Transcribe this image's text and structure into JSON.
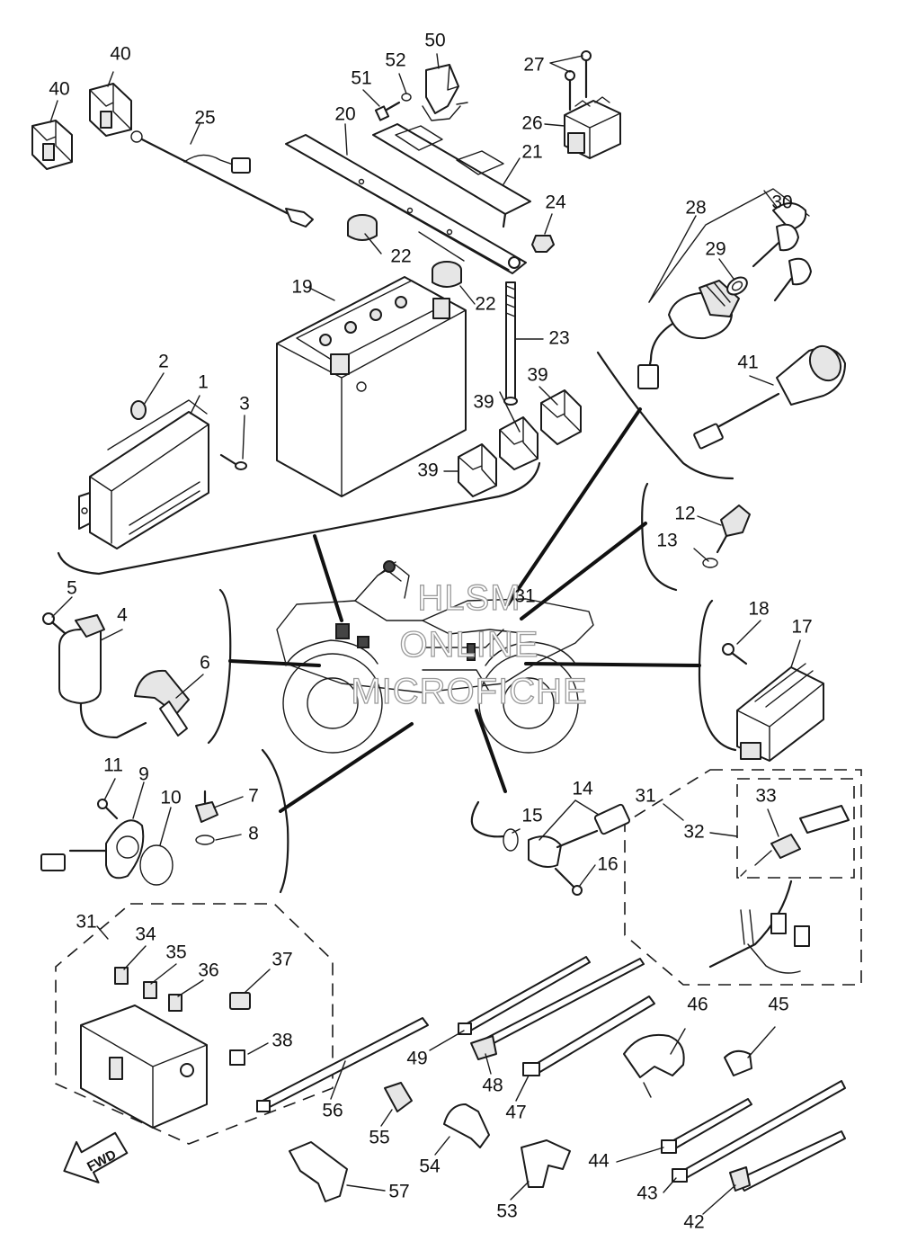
{
  "diagram": {
    "callouts": [
      {
        "id": "c1",
        "label": "1"
      },
      {
        "id": "c2",
        "label": "2"
      },
      {
        "id": "c3",
        "label": "3"
      },
      {
        "id": "c4",
        "label": "4"
      },
      {
        "id": "c5",
        "label": "5"
      },
      {
        "id": "c6",
        "label": "6"
      },
      {
        "id": "c7",
        "label": "7"
      },
      {
        "id": "c8",
        "label": "8"
      },
      {
        "id": "c9",
        "label": "9"
      },
      {
        "id": "c10",
        "label": "10"
      },
      {
        "id": "c11",
        "label": "11"
      },
      {
        "id": "c12",
        "label": "12"
      },
      {
        "id": "c13",
        "label": "13"
      },
      {
        "id": "c14",
        "label": "14"
      },
      {
        "id": "c15",
        "label": "15"
      },
      {
        "id": "c16",
        "label": "16"
      },
      {
        "id": "c17",
        "label": "17"
      },
      {
        "id": "c18",
        "label": "18"
      },
      {
        "id": "c19",
        "label": "19"
      },
      {
        "id": "c20",
        "label": "20"
      },
      {
        "id": "c21",
        "label": "21"
      },
      {
        "id": "c22a",
        "label": "22"
      },
      {
        "id": "c22b",
        "label": "22"
      },
      {
        "id": "c23",
        "label": "23"
      },
      {
        "id": "c24",
        "label": "24"
      },
      {
        "id": "c25",
        "label": "25"
      },
      {
        "id": "c26",
        "label": "26"
      },
      {
        "id": "c27",
        "label": "27"
      },
      {
        "id": "c28",
        "label": "28"
      },
      {
        "id": "c29",
        "label": "29"
      },
      {
        "id": "c30",
        "label": "30"
      },
      {
        "id": "c31a",
        "label": "31"
      },
      {
        "id": "c31b",
        "label": "31"
      },
      {
        "id": "c31c",
        "label": "31"
      },
      {
        "id": "c32",
        "label": "32"
      },
      {
        "id": "c33",
        "label": "33"
      },
      {
        "id": "c34",
        "label": "34"
      },
      {
        "id": "c35",
        "label": "35"
      },
      {
        "id": "c36",
        "label": "36"
      },
      {
        "id": "c37",
        "label": "37"
      },
      {
        "id": "c38",
        "label": "38"
      },
      {
        "id": "c39a",
        "label": "39"
      },
      {
        "id": "c39b",
        "label": "39"
      },
      {
        "id": "c39c",
        "label": "39"
      },
      {
        "id": "c40a",
        "label": "40"
      },
      {
        "id": "c40b",
        "label": "40"
      },
      {
        "id": "c41",
        "label": "41"
      },
      {
        "id": "c42",
        "label": "42"
      },
      {
        "id": "c43",
        "label": "43"
      },
      {
        "id": "c44",
        "label": "44"
      },
      {
        "id": "c45",
        "label": "45"
      },
      {
        "id": "c46",
        "label": "46"
      },
      {
        "id": "c47",
        "label": "47"
      },
      {
        "id": "c48",
        "label": "48"
      },
      {
        "id": "c49",
        "label": "49"
      },
      {
        "id": "c50",
        "label": "50"
      },
      {
        "id": "c51",
        "label": "51"
      },
      {
        "id": "c52",
        "label": "52"
      },
      {
        "id": "c53",
        "label": "53"
      },
      {
        "id": "c54",
        "label": "54"
      },
      {
        "id": "c55",
        "label": "55"
      },
      {
        "id": "c56",
        "label": "56"
      },
      {
        "id": "c57",
        "label": "57"
      }
    ],
    "watermark": {
      "line1": "HLSM",
      "line2": "ONLINE",
      "line3": "MICROFICHE"
    },
    "direction_label": "FWD"
  }
}
